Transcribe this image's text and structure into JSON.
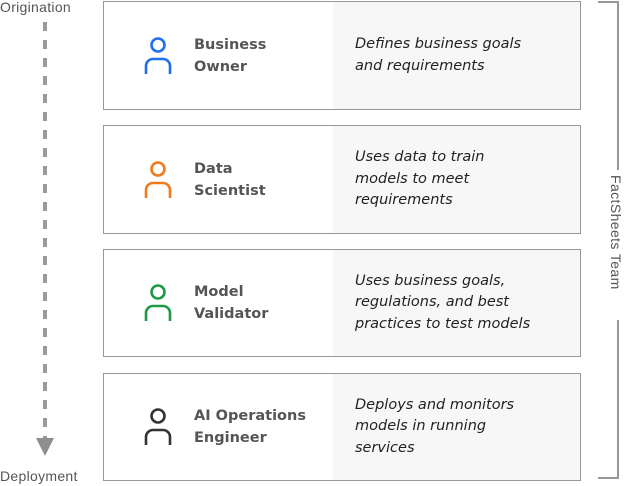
{
  "flow": {
    "start_label": "Origination",
    "end_label": "Deployment",
    "line_color": "#9a9a9a"
  },
  "team_bracket": {
    "label": "FactSheets Team"
  },
  "roles": [
    {
      "name_line1": "Business",
      "name_line2": "Owner",
      "icon": "person-icon",
      "icon_color": "#1f70f0",
      "description_lines": [
        "Defines business goals",
        "and requirements"
      ]
    },
    {
      "name_line1": "Data",
      "name_line2": "Scientist",
      "icon": "person-icon",
      "icon_color": "#f07a1c",
      "description_lines": [
        "Uses data to train",
        "models to meet",
        "requirements"
      ]
    },
    {
      "name_line1": "Model",
      "name_line2": "Validator",
      "icon": "person-icon",
      "icon_color": "#1d9a48",
      "description_lines": [
        "Uses business goals,",
        "regulations, and best",
        "practices to test models"
      ]
    },
    {
      "name_line1": "AI Operations",
      "name_line2": "Engineer",
      "icon": "person-icon",
      "icon_color": "#333333",
      "description_lines": [
        "Deploys and monitors",
        "models in running",
        "services"
      ]
    }
  ]
}
